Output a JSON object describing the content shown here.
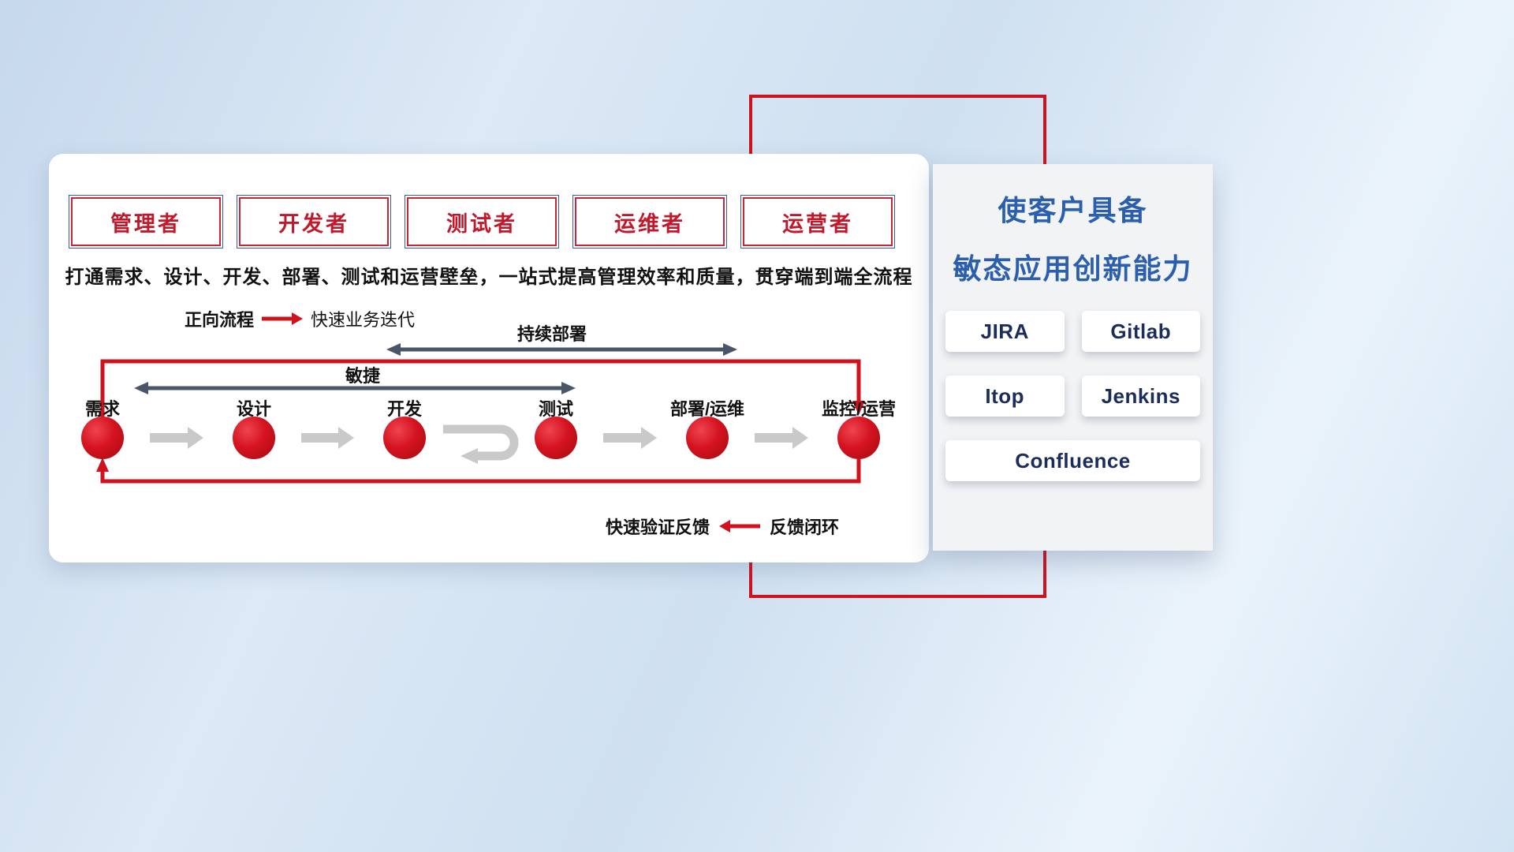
{
  "roles": [
    {
      "label": "管理者"
    },
    {
      "label": "开发者"
    },
    {
      "label": "测试者"
    },
    {
      "label": "运维者"
    },
    {
      "label": "运营者"
    }
  ],
  "description": "打通需求、设计、开发、部署、测试和运营壁垒，一站式提高管理效率和质量，贯穿端到端全流程",
  "legend_forward": {
    "label": "正向流程",
    "value": "快速业务迭代"
  },
  "legend_feedback": {
    "label": "快速验证反馈",
    "value": "反馈闭环"
  },
  "flow": {
    "nodes": [
      "需求",
      "设计",
      "开发",
      "测试",
      "部署/运维",
      "监控/运营"
    ],
    "span_arrows": [
      {
        "label": "持续部署"
      },
      {
        "label": "敏捷"
      }
    ]
  },
  "right_panel": {
    "title_line1": "使客户具备",
    "title_line2": "敏态应用创新能力",
    "tools": [
      "JIRA",
      "Gitlab",
      "Itop",
      "Jenkins",
      "Confluence"
    ]
  },
  "colors": {
    "accent_red": "#d0121f",
    "title_blue": "#2b5fae",
    "tool_navy": "#1b2d5b",
    "arrow_dark": "#4a5568",
    "arrow_gray": "#c9c9c9"
  }
}
